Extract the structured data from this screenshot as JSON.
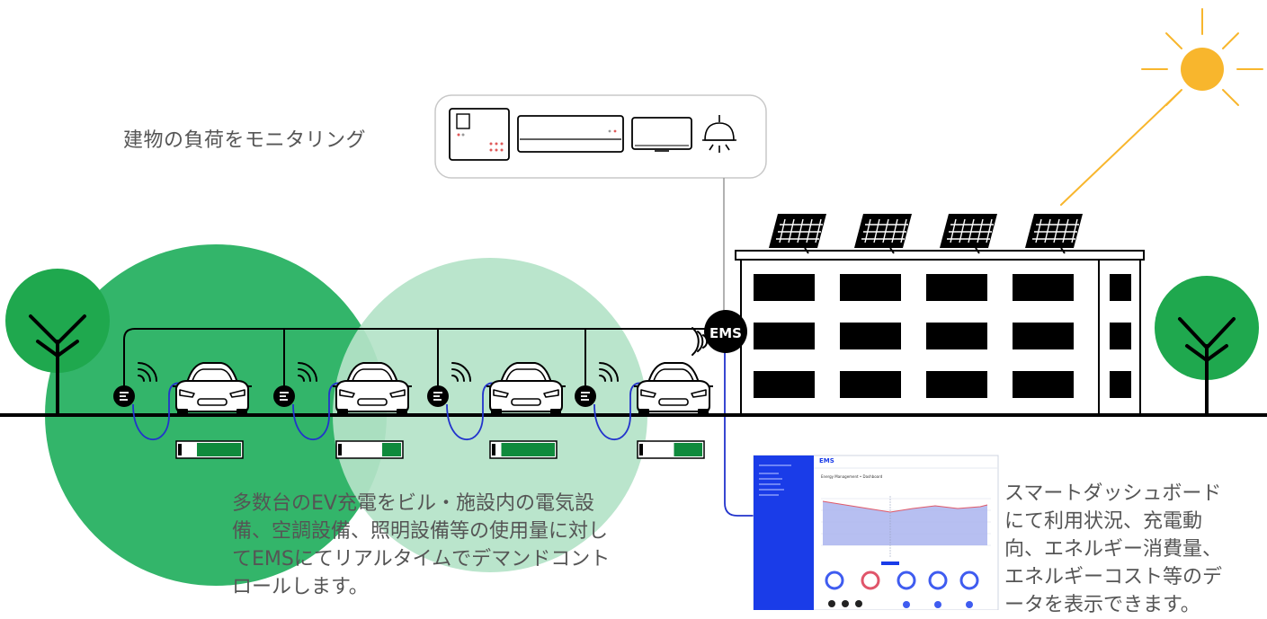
{
  "labels": {
    "monitoring": "建物の負荷をモニタリング",
    "ems_badge": "EMS",
    "description_lines": [
      "多数台のEV充電をビル・施設内の電気設",
      "備、空調設備、照明設備等の使用量に対し",
      "てEMSにてリアルタイムでデマンドコント",
      "ロールします。"
    ],
    "dashboard_lines": [
      "スマートダッシュボード",
      "にて利用状況、充電動",
      "向、エネルギー消費量、",
      "エネルギーコスト等のデ",
      "ータを表示できます。"
    ]
  },
  "chargers": [
    {
      "battery_level": 0.7
    },
    {
      "battery_level": 0.3
    },
    {
      "battery_level": 0.85
    },
    {
      "battery_level": 0.45
    }
  ],
  "colors": {
    "dark_green": "#33b56a",
    "light_green": "#b4e3c8",
    "tree_green": "#1fa84e",
    "battery_green": "#0f8a3c",
    "cable_blue": "#2233cc",
    "sun": "#f8b62d",
    "dashboard_blue": "#1a3ce8"
  },
  "dashboard": {
    "brand": "EMS",
    "panel_title": "Energy Management • Dashboard"
  }
}
